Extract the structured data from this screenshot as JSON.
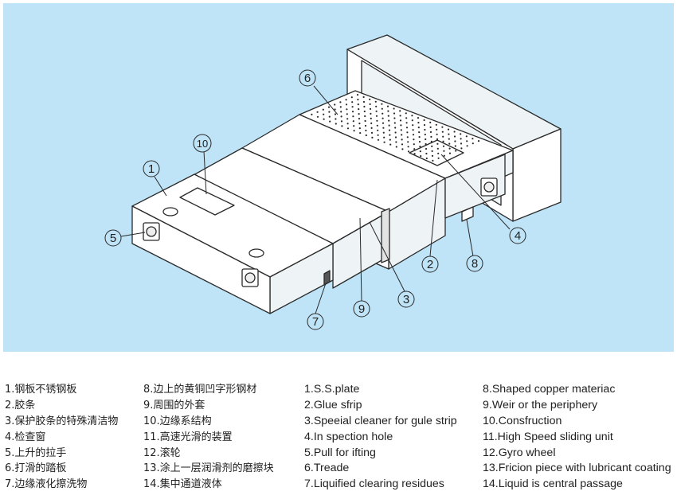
{
  "diagram": {
    "callouts": [
      "1",
      "2",
      "3",
      "4",
      "5",
      "6",
      "7",
      "8",
      "9",
      "10"
    ]
  },
  "legend": {
    "chinese_col1": [
      "1.钢板不锈钢板",
      "2.胶条",
      "3.保护胶条的特殊清洁物",
      "4.检查窗",
      "5.上升的拉手",
      "6.打滑的踏板",
      "7.边缘液化擦洗物"
    ],
    "chinese_col2": [
      "8.边上的黄铜凹字形钢材",
      "9.周围的外套",
      "10.边缘系结构",
      "11.高速光滑的装置",
      "12.滚轮",
      "13.涂上一层润滑剂的磨擦块",
      "14.集中通道液体"
    ],
    "english_col1": [
      "1.S.S.plate",
      "2.Glue sfrip",
      "3.Speeial cleaner for gule strip",
      "4.In spection hole",
      "5.Pull for ifting",
      "6.Treade",
      "7.Liquified clearing residues"
    ],
    "english_col2": [
      "8.Shaped copper materiac",
      "9.Weir or the periphery",
      "10.Consfruction",
      "11.High Speed sliding unit",
      "12.Gyro wheel",
      "13.Fricion piece with lubricant coating",
      "14.Liquid is central passage"
    ]
  },
  "colors": {
    "panel": "#bfe4f7",
    "box_face": "#ffffff",
    "box_side": "#eef3f6",
    "line": "#2a2a2a"
  }
}
